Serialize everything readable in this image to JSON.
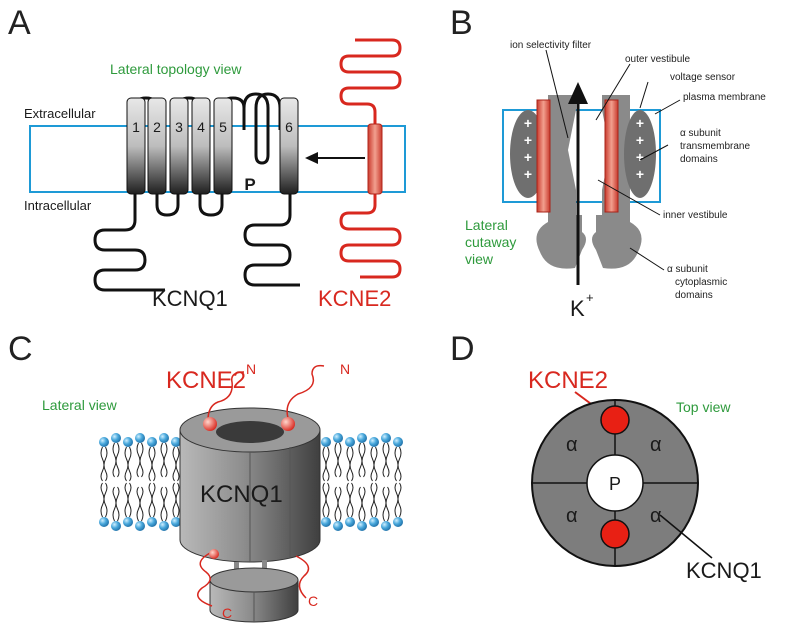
{
  "panels": {
    "a": {
      "letter": "A",
      "view_label": "Lateral topology view",
      "extracellular": "Extracellular",
      "intracellular": "Intracellular",
      "segments": [
        "1",
        "2",
        "3",
        "4",
        "5",
        "6"
      ],
      "pore": "P",
      "kcnq1": "KCNQ1",
      "kcne2": "KCNE2"
    },
    "b": {
      "letter": "B",
      "labels": {
        "ion_filter": "ion selectivity filter",
        "outer_vestibule": "outer vestibule",
        "voltage_sensor": "voltage sensor",
        "plasma_membrane": "plasma membrane",
        "alpha_tm_1": "α subunit",
        "alpha_tm_2": "transmembrane",
        "alpha_tm_3": "domains",
        "inner_vestibule": "inner vestibule",
        "alpha_cyto_1": "α subunit",
        "alpha_cyto_2": "cytoplasmic",
        "alpha_cyto_3": "domains"
      },
      "view_1": "Lateral",
      "view_2": "cutaway",
      "view_3": "view",
      "ion": "K",
      "ion_charge": "+",
      "plus": "+"
    },
    "c": {
      "letter": "C",
      "view_label": "Lateral view",
      "kcne2": "KCNE2",
      "kcnq1": "KCNQ1",
      "n_term": "N",
      "c_term": "C"
    },
    "d": {
      "letter": "D",
      "kcne2": "KCNE2",
      "view_label": "Top view",
      "alpha": "α",
      "pore": "P",
      "kcnq1": "KCNQ1"
    }
  },
  "colors": {
    "membrane_box": "#1e9ad6",
    "kcne2_red": "#d8281f",
    "label_green": "#2e9a3c",
    "lipid_head": "#49a8dc",
    "channel_gray": "#8a8a8a"
  }
}
